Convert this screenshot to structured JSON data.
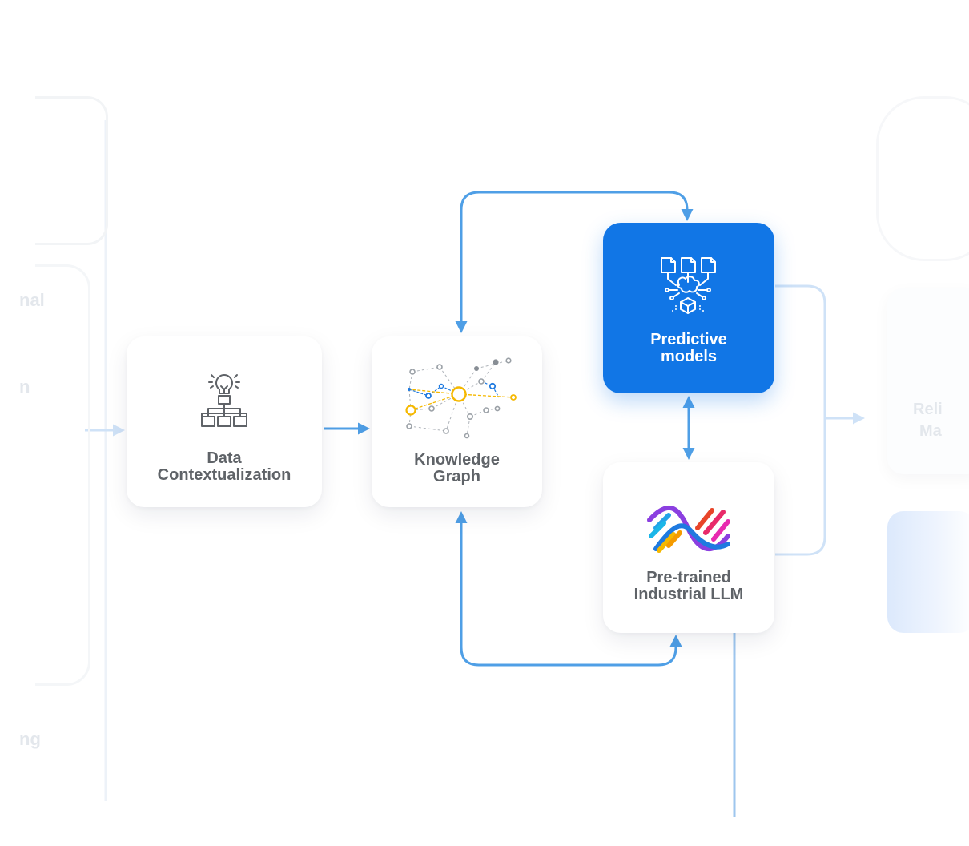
{
  "nodes": {
    "data_contextualization": {
      "line1": "Data",
      "line2": "Contextualization"
    },
    "knowledge_graph": {
      "line1": "Knowledge",
      "line2": "Graph"
    },
    "predictive_models": {
      "line1": "Predictive",
      "line2": "models"
    },
    "industrial_llm": {
      "line1": "Pre-trained",
      "line2": "Industrial LLM"
    }
  },
  "faded_text": {
    "left_top": "nal",
    "left_mid": "n",
    "left_bottom": "ng",
    "right_line1": "Reli",
    "right_line2": "Ma"
  },
  "colors": {
    "accent_blue": "#1176e6",
    "arrow_blue": "#4f9fe6",
    "faint_blue": "#cfe2f7",
    "label_gray": "#5f6368",
    "graph_orange": "#f5b800",
    "graph_blue": "#1f7ae0",
    "graph_gray": "#9aa0a6"
  },
  "icons": {
    "data_contextualization": "lightbulb-hierarchy-icon",
    "knowledge_graph": "network-graph-icon",
    "predictive_models": "ai-documents-cube-icon",
    "industrial_llm": "llm-waves-logo"
  }
}
